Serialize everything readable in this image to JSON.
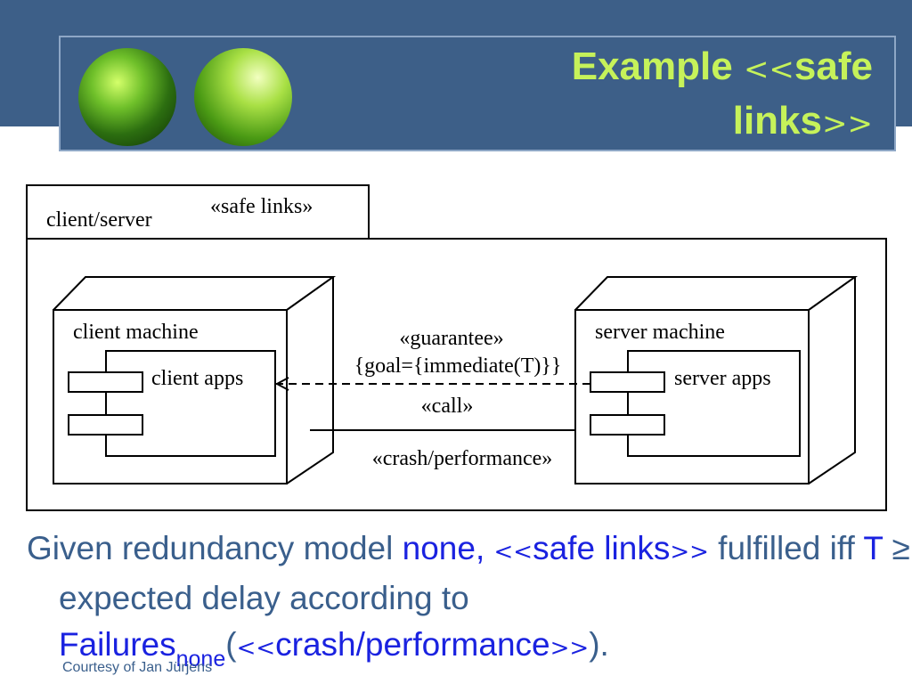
{
  "header": {
    "title_word": "Example",
    "open_guillemets": "<<",
    "title_safe": "safe",
    "title_links": "links",
    "close_guillemets": ">>"
  },
  "diagram": {
    "package_stereotype": "«safe links»",
    "package_name": "client/server",
    "client_node": "client machine",
    "client_component": "client apps",
    "server_node": "server machine",
    "server_component": "server apps",
    "dependency_stereotype": "«guarantee»",
    "dependency_tag": "{goal={immediate(T)}}",
    "dependency_call": "«call»",
    "link_stereotype": "«crash/performance»"
  },
  "body": {
    "p1": "Given redundancy model ",
    "p2": "none,",
    "p3": "<<",
    "p4": "safe links",
    "p5": ">>",
    "p6": " fulfilled iff ",
    "p7": "T",
    "p8": " ≥ expected delay according to ",
    "p9": "Failures",
    "p10": "none",
    "p11": "(",
    "p12": "<<",
    "p13": "crash/performance",
    "p14": ">>",
    "p15": ")."
  },
  "footer": {
    "credit": "Courtesy of Jan Jürjens"
  }
}
